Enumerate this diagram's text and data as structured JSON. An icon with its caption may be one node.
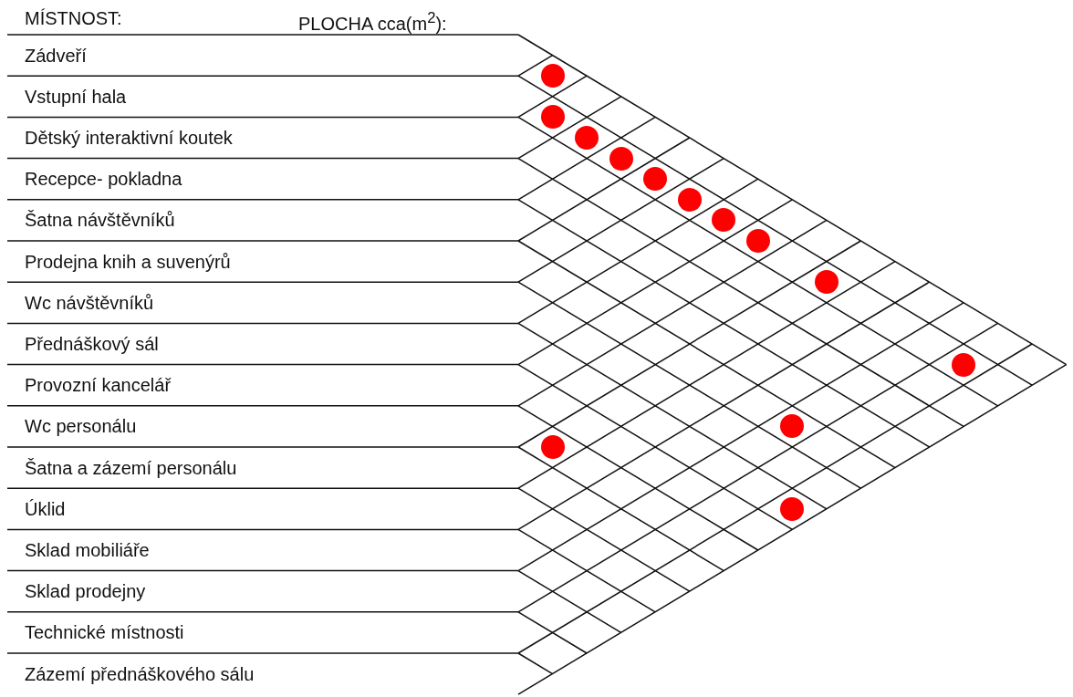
{
  "diagram": {
    "nodes": [
      {
        "text": [],
        "shape": "circle"
      },
      {
        "text": [],
        "shape": "circle"
      },
      {
        "text": [],
        "shape": "circle"
      },
      {
        "text": [],
        "shape": "circle"
      },
      {
        "text": [],
        "shape": "circle"
      },
      {
        "text": [],
        "shape": "circle"
      },
      {
        "text": [],
        "shape": "circle"
      },
      {
        "text": [],
        "shape": "circle"
      },
      {
        "text": [],
        "shape": "circle"
      },
      {
        "text": [],
        "shape": "circle"
      },
      {
        "text": [],
        "shape": "circle"
      },
      {
        "text": [],
        "shape": "circle"
      },
      {
        "text": [],
        "shape": "circle"
      }
    ],
    "labels": [
      "MÍSTNOST:",
      "PLOCHA cca(m$^{2}$):",
      "Zádveří",
      "Vstupní hala",
      "Dětský interaktivní koutek",
      "Recepce- pokladna",
      "Šatna návštěvníků",
      "Prodejna knih a suvenýrů",
      "Wc návštěvníků",
      "Přednáškový sál",
      "Provozní kancelář",
      "Wc personálu",
      "Šatna a zázemí personálu",
      "Úklid",
      "Sklad mobiliáře",
      "Sklad prodejny",
      "Technické místnosti",
      "Zázemí přednáškového sálu"
    ]
  }
}
